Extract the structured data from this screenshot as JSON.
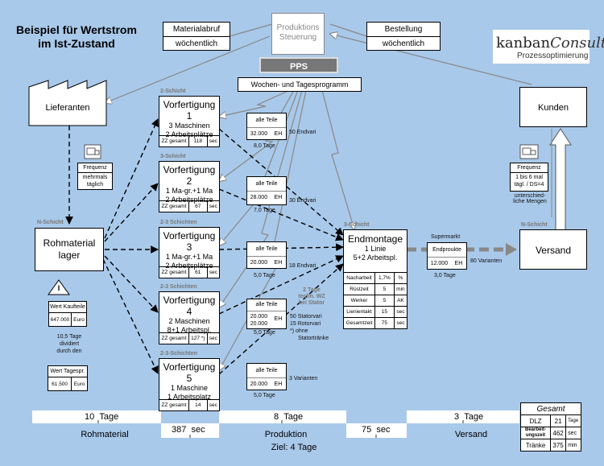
{
  "title": "Beispiel für Wertstrom im Ist-Zustand",
  "logo": {
    "kanban": "kanban",
    "consult": "Consult",
    "sub": "Prozessoptimierung"
  },
  "top": {
    "materialabruf": {
      "l1": "Materialabruf",
      "l2": "wöchentlich"
    },
    "produktion": {
      "l1": "Produktions",
      "l2": "Steuerung"
    },
    "pps": "PPS",
    "bestellung": {
      "l1": "Bestellung",
      "l2": "wöchentlich"
    },
    "programm": "Wochen- und Tagesprogramm"
  },
  "lieferanten": "Lieferanten",
  "kunden": "Kunden",
  "versand": "Versand",
  "rohmaterial": {
    "l1": "Rohmaterial",
    "l2": "lager",
    "shift": "N-Schicht"
  },
  "frequenz_left": {
    "h": "Frequenz",
    "v": "mehrmals täglich"
  },
  "frequenz_right": {
    "h": "Frequenz",
    "v": "1 bis 6 mal tägl. / DS=4",
    "note1": "unterschied-",
    "note2": "liche Mengen"
  },
  "versand_shift": "N-Schicht",
  "wert": {
    "kauf_h": "Wert Kaufteile",
    "kauf_v": "647.000",
    "kauf_u": "Euro",
    "note1": "10,5 Tage",
    "note2": "dividiert",
    "note3": "durch den",
    "tag_h": "Wert Tagespr.",
    "tag_v": "61.500",
    "tag_u": "Euro",
    "tri": "I"
  },
  "vf": [
    {
      "shift": "2-Schicht",
      "name": "Vorfertigung 1",
      "d1": "3 Maschinen",
      "d2": "2 Arbeitsplätze",
      "zz": "ZZ gesamt",
      "val": "118",
      "unit": "sec"
    },
    {
      "shift": "3-Schicht",
      "name": "Vorfertigung 2",
      "d1": "1 Ma-gr.+1 Ma",
      "d2": "2 Arbeitsplätze",
      "zz": "ZZ gesamt",
      "val": "67",
      "unit": "sec"
    },
    {
      "shift": "2-3 Schichten",
      "name": "Vorfertigung 3",
      "d1": "1 Ma-gr.+1 Ma",
      "d2": "2 Arbeitsplätze",
      "zz": "ZZ gesamt",
      "val": "61",
      "unit": "sec"
    },
    {
      "shift": "2-3 Schichten",
      "name": "Vorfertigung 4",
      "d1": "2 Maschinen",
      "d2": "8+1 Arbeitspl.",
      "zz": "ZZ gesamt",
      "val": "127 *)",
      "unit": "sec"
    },
    {
      "shift": "2-3-Schichten",
      "name": "Vorfertigung 5",
      "d1": "1 Maschine",
      "d2": "1 Arbeitsplatz",
      "zz": "ZZ gesamt",
      "val": "14",
      "unit": "sec"
    }
  ],
  "inv": [
    {
      "h": "alle Teile",
      "v": "32.000",
      "u": "EH",
      "days": "8,0 Tage",
      "note": "50 Endvari"
    },
    {
      "h": "alle Teile",
      "v": "28.000",
      "u": "EH",
      "days": "7,0 Tage",
      "note": "30 Endvari"
    },
    {
      "h": "alle Teile",
      "v": "20.000",
      "u": "EH",
      "days": "5,0 Tage",
      "note": "18 Endvari"
    },
    {
      "h": "alle Teile",
      "v": "20.000",
      "v2": "20.000",
      "u": "EH",
      "days": "5,0 Tage",
      "note": "50 Statorvari",
      "note2": "15 Rotorvari",
      "note3": "*) ohne",
      "note4": "Statortränke"
    },
    {
      "h": "alle Teile",
      "v": "20.000",
      "u": "EH",
      "days": "5,0 Tage",
      "note": "3 Varianten"
    }
  ],
  "gray_note": {
    "l1": "2 Tage",
    "l2": "techn. WZ",
    "l3": "bei Stator"
  },
  "endmontage": {
    "shift": "3-Schicht",
    "name": "Endmontage",
    "d1": "1 Linie",
    "d2": "5+2 Arbeitspl.",
    "rows": [
      {
        "k": "Nacharbeit",
        "v": "1,7%",
        "u": "%"
      },
      {
        "k": "Rüstzeit",
        "v": "5",
        "u": "min"
      },
      {
        "k": "Werker",
        "v": "5",
        "u": "AK"
      },
      {
        "k": "Lienientakt",
        "v": "15",
        "u": "sec"
      },
      {
        "k": "Gesamtzeit",
        "v": "75",
        "u": "sec"
      }
    ]
  },
  "supermarkt": {
    "label": "Supermarkt",
    "h": "Endproukte",
    "v": "12.000",
    "u": "EH",
    "days": "3,0 Tage",
    "note": "80 Varianten"
  },
  "timeline": {
    "t1": "10",
    "t1u": "Tage",
    "t2": "8",
    "t2u": "Tage",
    "t3": "3",
    "t3u": "Tage",
    "s1": "387",
    "s1u": "sec",
    "s2": "75",
    "s2u": "sec",
    "l1": "Rohmaterial",
    "l2": "Produktion",
    "l3": "Versand",
    "ziel": "Ziel: 4 Tage"
  },
  "gesamt": {
    "title": "Gesamt",
    "rows": [
      {
        "k": "DLZ",
        "v": "21",
        "u": "Tage"
      },
      {
        "k": "Bearbeit-ungszeit",
        "v": "462",
        "u": "sec"
      },
      {
        "k": "Tränke",
        "v": "375",
        "u": "min"
      }
    ]
  }
}
